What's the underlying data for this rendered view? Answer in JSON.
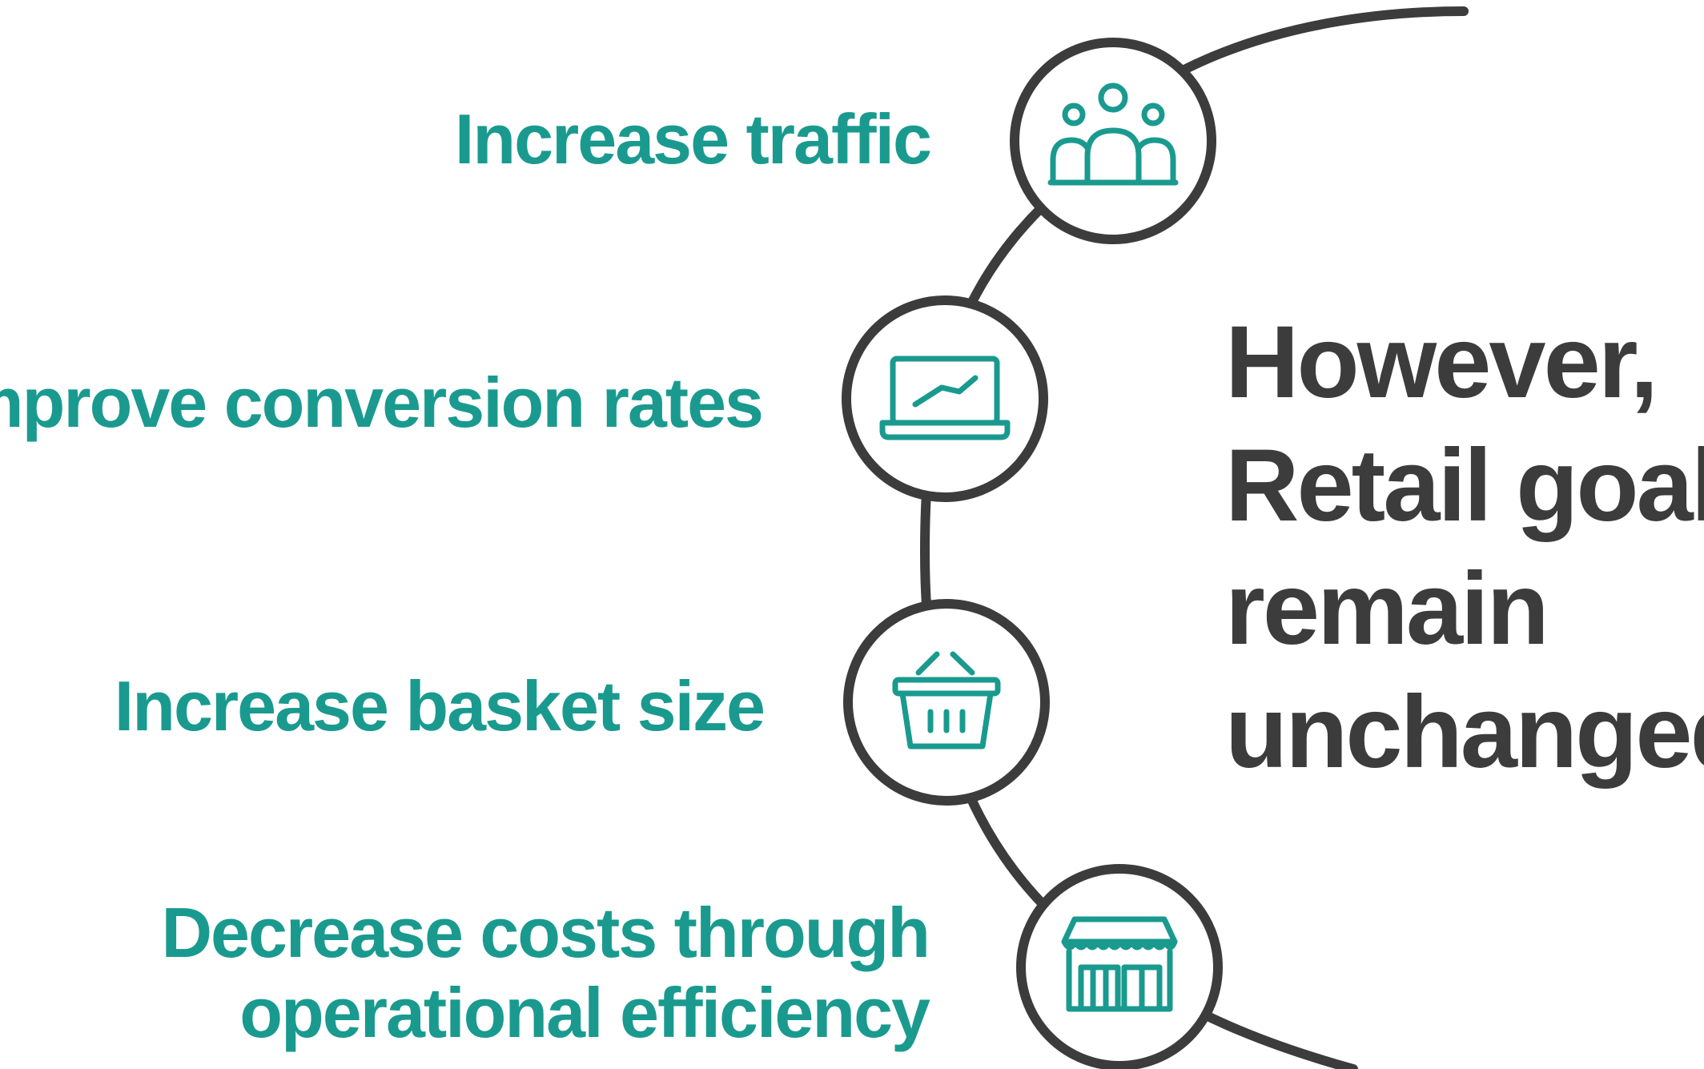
{
  "goals": [
    {
      "label_lines": [
        "Increase traffic"
      ],
      "icon": "people-group-icon"
    },
    {
      "label_lines": [
        "Improve conversion rates"
      ],
      "icon": "laptop-trend-icon"
    },
    {
      "label_lines": [
        "Increase basket size"
      ],
      "icon": "shopping-basket-icon"
    },
    {
      "label_lines": [
        "Decrease costs through",
        "operational efficiency"
      ],
      "icon": "storefront-icon"
    }
  ],
  "headline_lines": [
    "However,",
    "Retail goals",
    "remain",
    "unchanged"
  ],
  "colors": {
    "accent": "#1a9a8f",
    "dark": "#3c3c3c",
    "background": "#ffffff"
  }
}
